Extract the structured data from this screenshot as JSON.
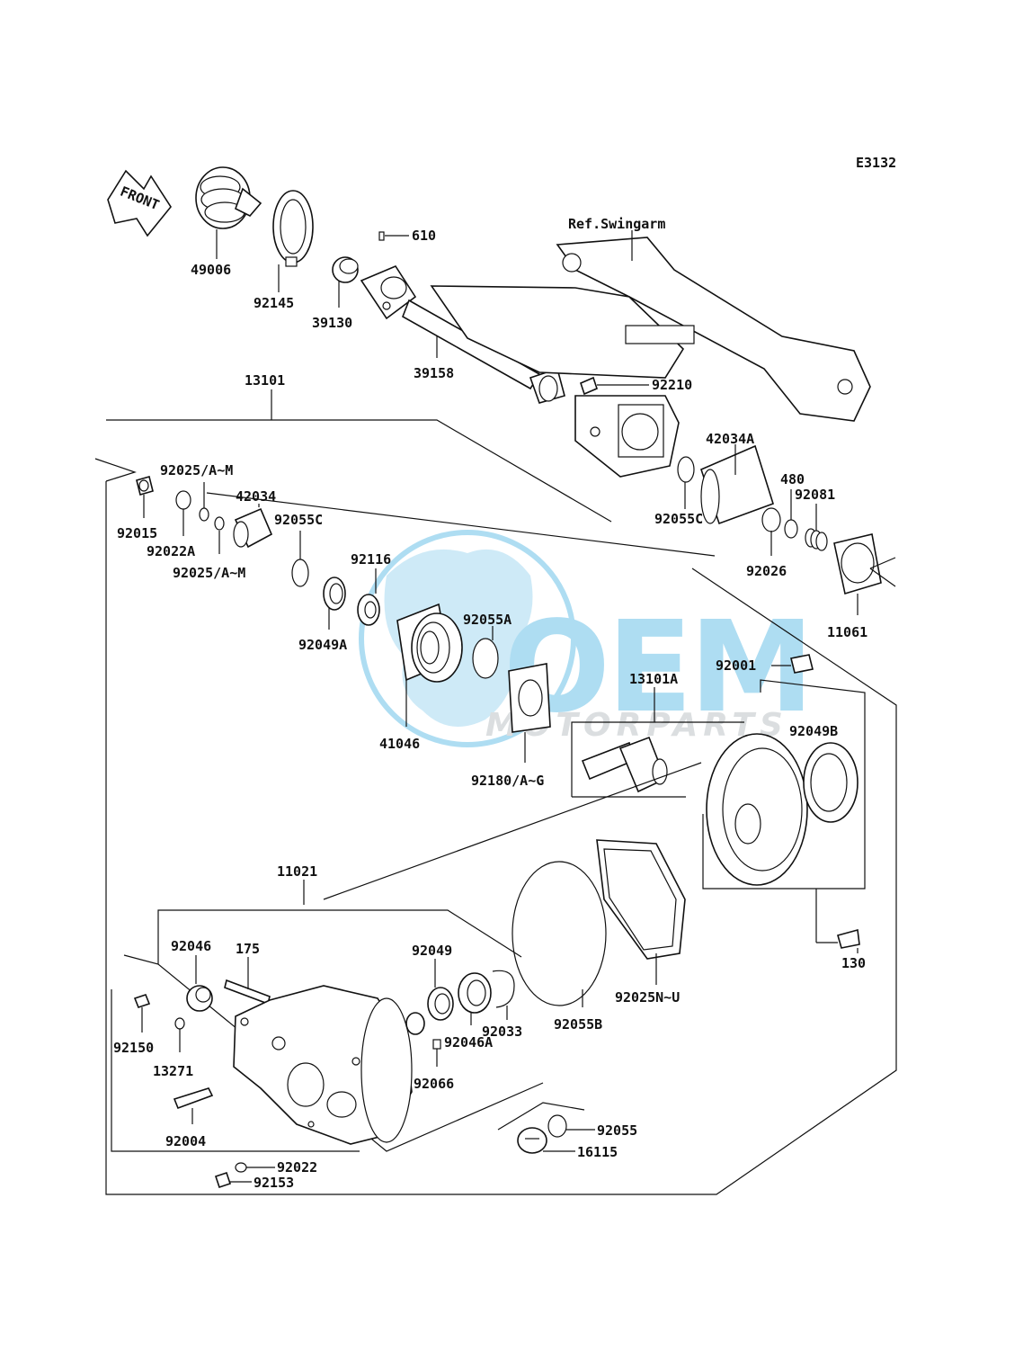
{
  "diagram_code": "E3132",
  "front_label": "FRONT",
  "ref_label": "Ref.Swingarm",
  "watermark": {
    "brand": "OEM",
    "sub": "MOTORPARTS",
    "color": "#1aa0dc"
  },
  "labels": {
    "p49006": "49006",
    "p92145": "92145",
    "p39130": "39130",
    "p610": "610",
    "p39158": "39158",
    "p92210": "92210",
    "p13101": "13101",
    "p42034A": "42034A",
    "p480": "480",
    "p92081": "92081",
    "p92055C_r": "92055C",
    "p92026": "92026",
    "p11061": "11061",
    "p92025AM_1": "92025/A~M",
    "p92015": "92015",
    "p92022A": "92022A",
    "p92025AM_2": "92025/A~M",
    "p42034": "42034",
    "p92055C_l": "92055C",
    "p92116": "92116",
    "p92049A": "92049A",
    "p92055A": "92055A",
    "p41046": "41046",
    "p13101A": "13101A",
    "p92001": "92001",
    "p92049B": "92049B",
    "p92180": "92180/A~G",
    "p130": "130",
    "p11021": "11021",
    "p92046": "92046",
    "p175": "175",
    "p92049": "92049",
    "p92150": "92150",
    "p13271": "13271",
    "p92004": "92004",
    "p92033": "92033",
    "p92046A": "92046A",
    "p92066": "92066",
    "p92055B": "92055B",
    "p92025NU": "92025N~U",
    "p92055": "92055",
    "p16115": "16115",
    "p92022": "92022",
    "p92153": "92153"
  }
}
